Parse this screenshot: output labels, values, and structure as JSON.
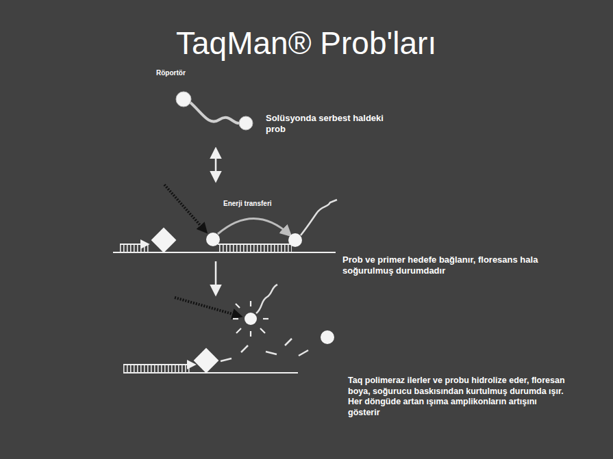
{
  "diagram": {
    "title": "TaqMan® Prob'ları",
    "labels": [
      "Röportör",
      "Solüsyonda serbest haldeki prob",
      "Enerji transferi",
      "Prob ve primer hedefe bağlanır, floresans hala soğurulmuş durumdadır",
      "Taq polimeraz ilerler ve probu hidrolize eder, floresan boya, soğurucu baskısından kurtulmuş durumda ışır. Her döngüde artan ışıma amplikonların artışını gösterir"
    ]
  }
}
